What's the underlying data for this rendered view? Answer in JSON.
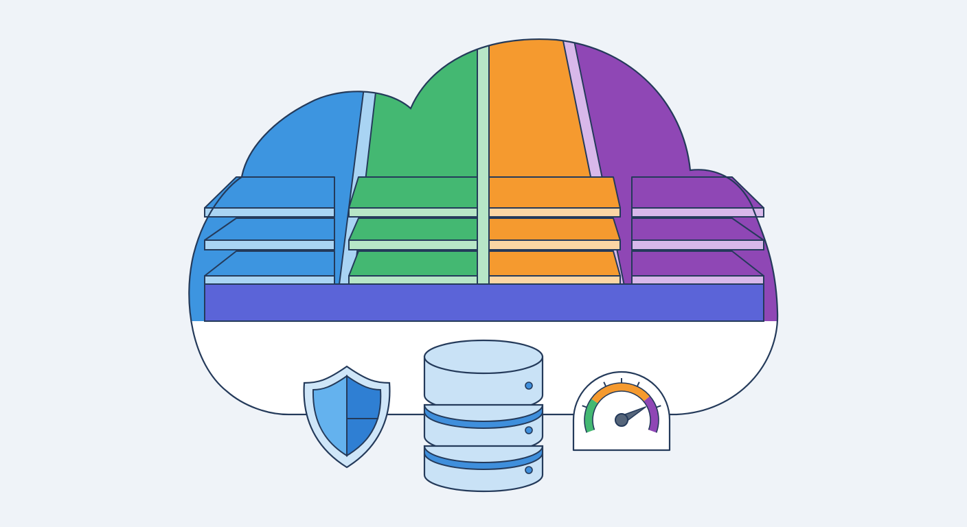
{
  "colors": {
    "background": "#eff3f8",
    "outline": "#243a5a",
    "cloud_fill": "#ffffff",
    "foundation": "#5b64d8",
    "blue": "#3d95e0",
    "blue_light": "#a9d4f3",
    "green": "#44b872",
    "green_light": "#b7e6c7",
    "orange": "#f59a2f",
    "orange_light": "#fbd6a4",
    "purple": "#8f47b5",
    "purple_light": "#d8b8ea",
    "database_fill": "#c9e2f6",
    "database_band": "#3f8fdc",
    "shield_light": "#64b2ee",
    "shield_dark": "#2f7fd3",
    "shield_outer": "#cfe6f8",
    "gauge_needle": "#55657a"
  },
  "icons": {
    "shield": "security-shield-icon",
    "database": "database-stack-icon",
    "gauge": "performance-gauge-icon"
  },
  "partitions": [
    {
      "name": "blue-partition",
      "color_key": "blue"
    },
    {
      "name": "green-partition",
      "color_key": "green"
    },
    {
      "name": "orange-partition",
      "color_key": "orange"
    },
    {
      "name": "purple-partition",
      "color_key": "purple"
    }
  ],
  "gauge": {
    "level": 0.78
  }
}
